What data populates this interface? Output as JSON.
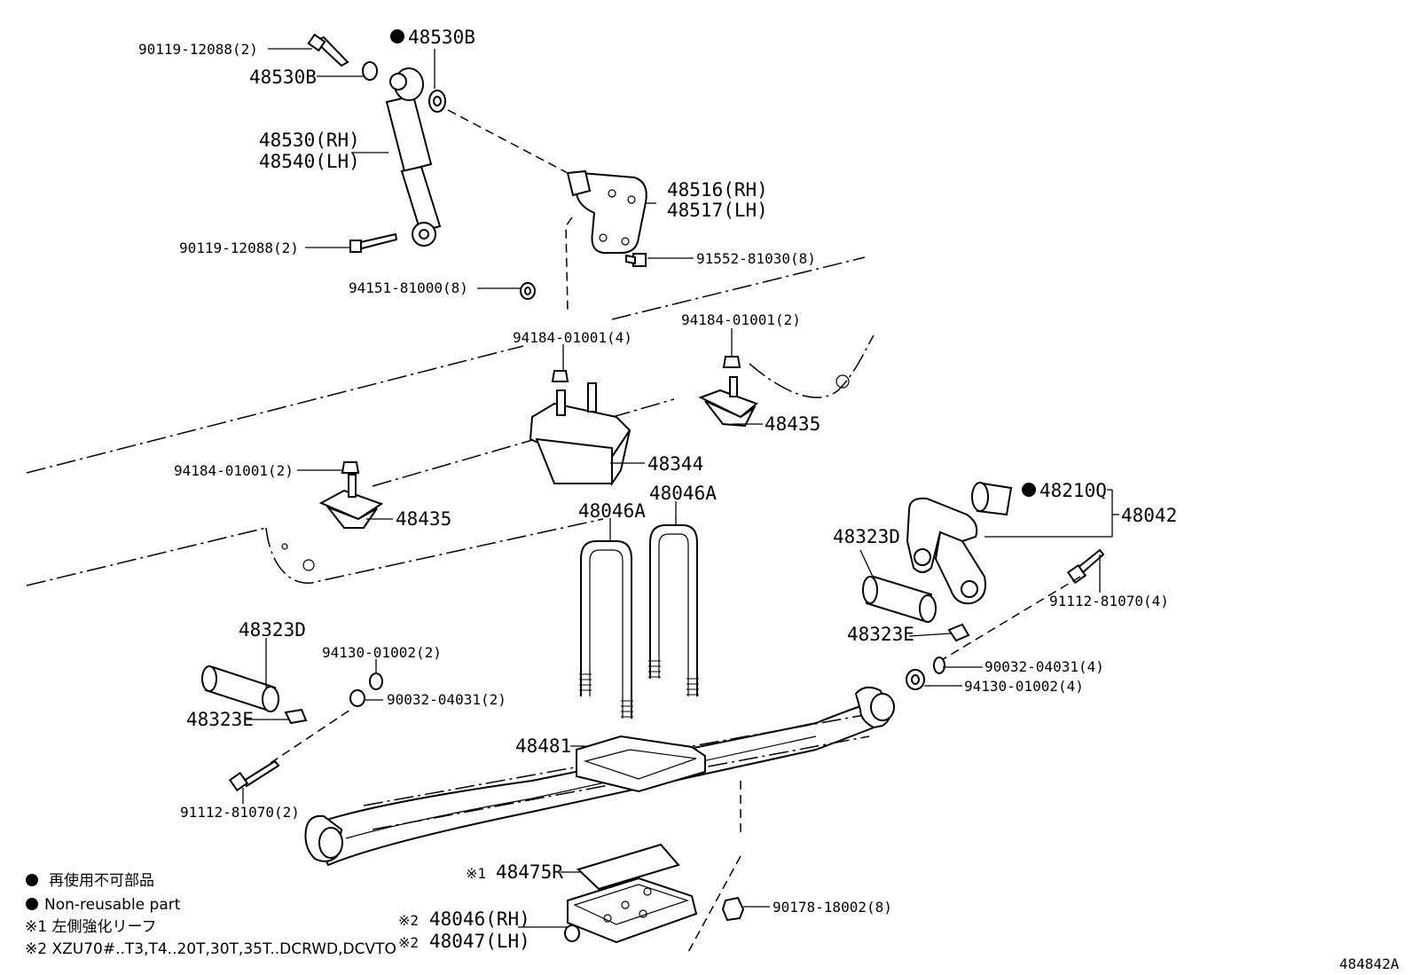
{
  "diagram_id": "484842A",
  "labels": {
    "bolt_top": "90119-12088(2)",
    "bush_top": "48530B",
    "bush_top_nr": "48530B",
    "shock_rh": "48530(RH)",
    "shock_lh": "48540(LH)",
    "bolt_lower": "90119-12088(2)",
    "nut_bracket": "94151-81000(8)",
    "bracket_rh": "48516(RH)",
    "bracket_lh": "48517(LH)",
    "bolt_bracket": "91552-81030(8)",
    "nut_bumper_center": "94184-01001(4)",
    "nut_bumper_right": "94184-01001(2)",
    "nut_bumper_left": "94184-01001(2)",
    "bumper_center": "48344",
    "bumper_right": "48435",
    "bumper_left": "48435",
    "ubolt_a": "48046A",
    "ubolt_b": "48046A",
    "bushing_kit": "48210Q",
    "shackle": "48042",
    "bush_right_d": "48323D",
    "bush_right_e": "48323E",
    "bolt_right": "91112-81070(4)",
    "washer_right": "90032-04031(4)",
    "nut_right": "94130-01002(4)",
    "bush_left_d": "48323D",
    "bush_left_e": "48323E",
    "nut_left": "94130-01002(2)",
    "washer_left": "90032-04031(2)",
    "bolt_left": "91112-81070(2)",
    "spacer": "48481",
    "leaf_spring_prefix": "※1",
    "leaf_spring": "48475R",
    "seat_prefix_rh": "※2",
    "seat_rh": "48046(RH)",
    "seat_prefix_lh": "※2",
    "seat_lh": "48047(LH)",
    "nut_seat": "90178-18002(8)"
  },
  "legend": {
    "nonreusable_jp": "再使用不可部品",
    "nonreusable_en": "Non-reusable part",
    "note1": "※1 左側強化リーフ",
    "note2": "※2 XZU70#..T3,T4..20T,30T,35T..DCRWD,DCVTO"
  },
  "colors": {
    "ink": "#000000",
    "paper": "#ffffff"
  }
}
